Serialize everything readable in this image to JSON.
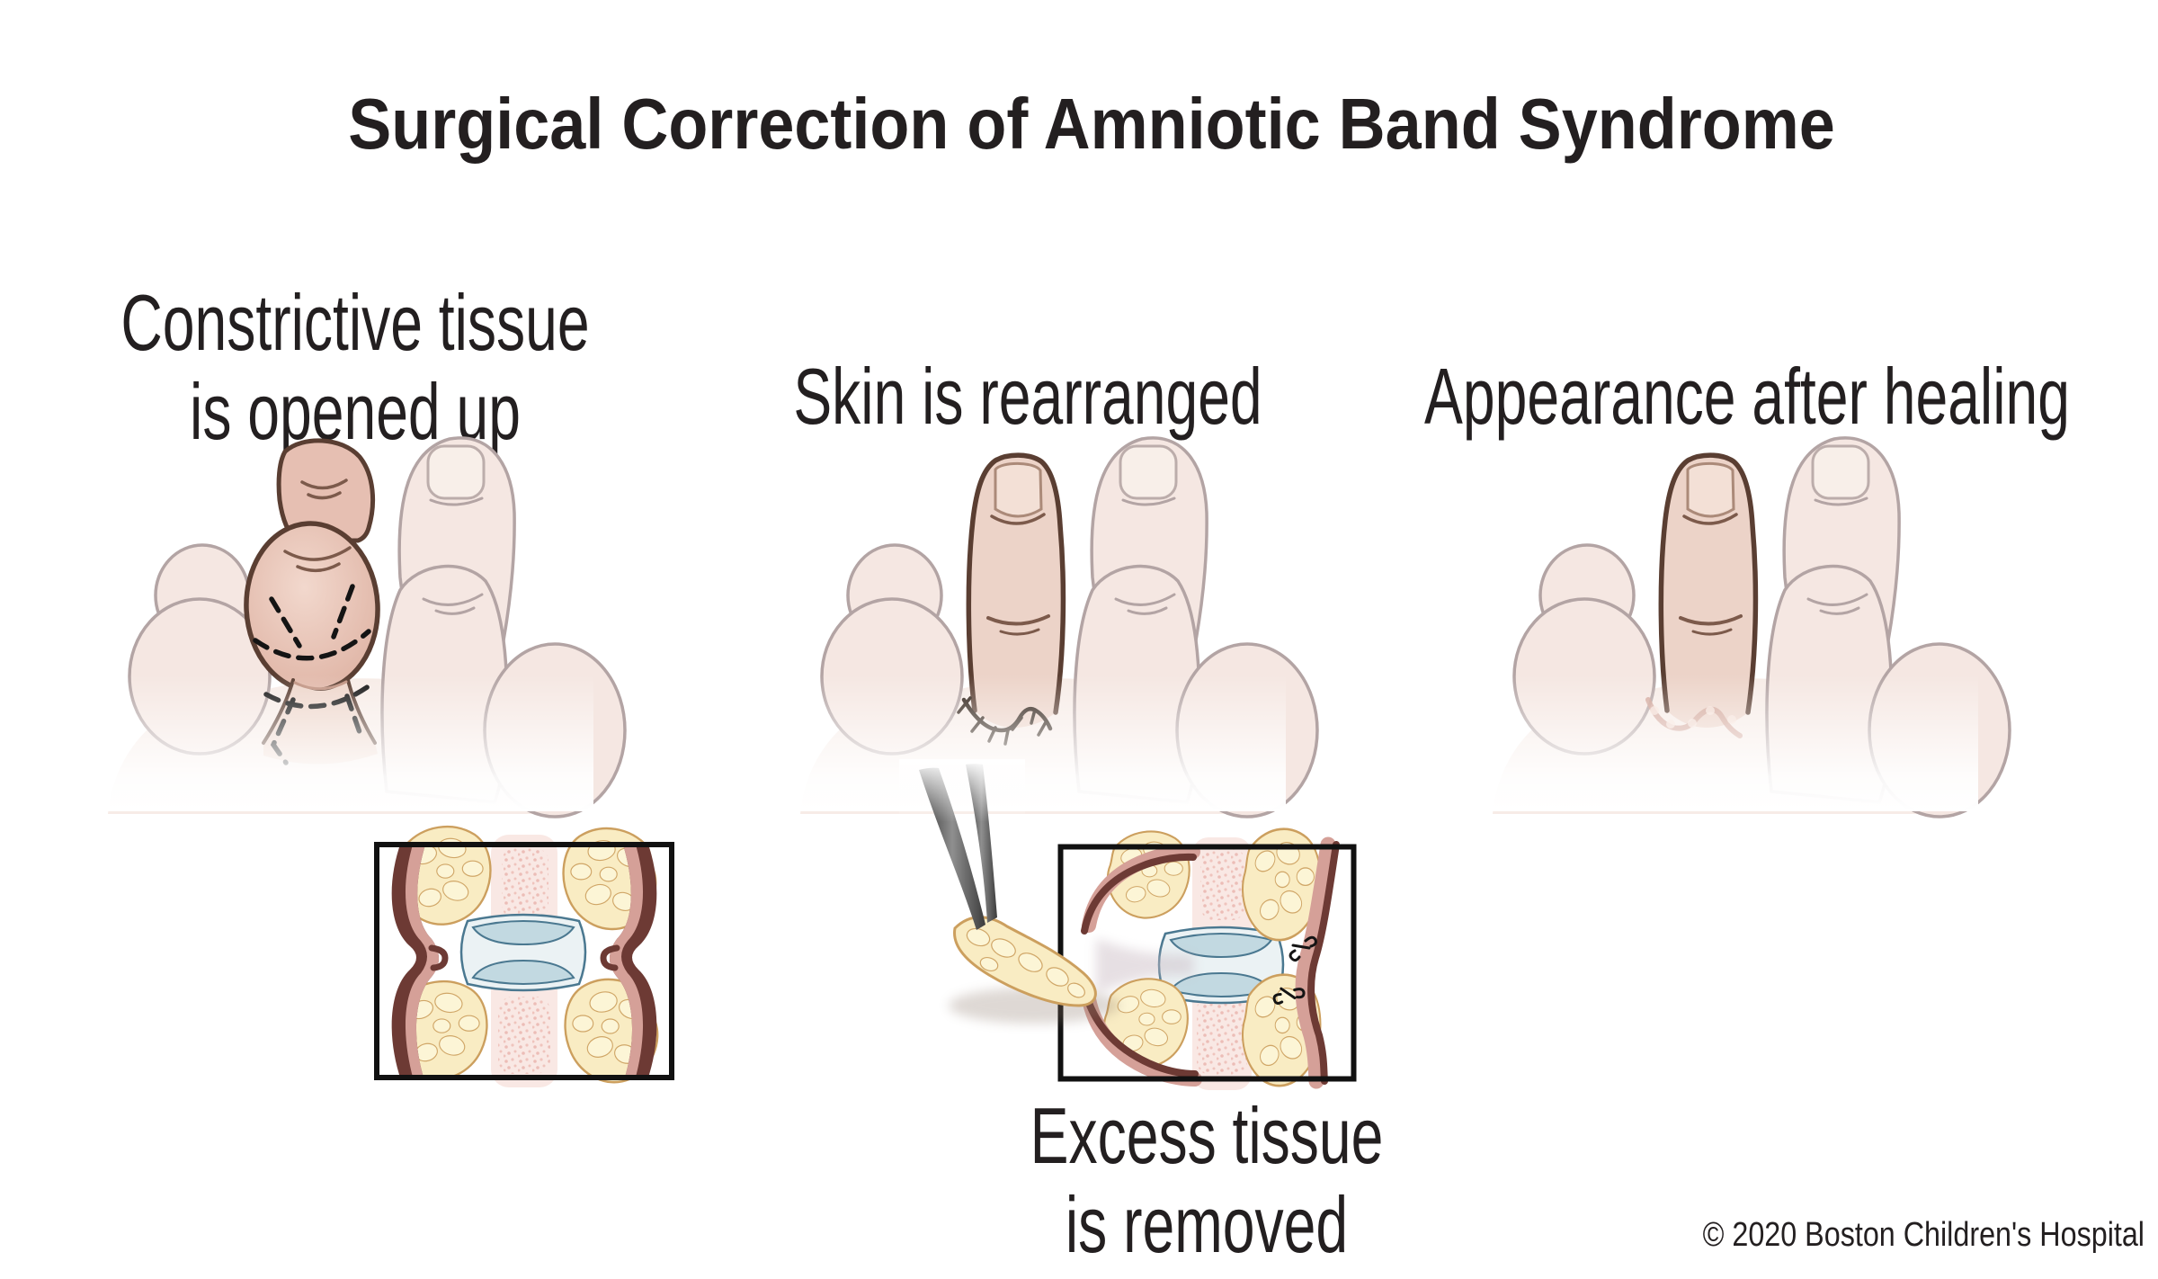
{
  "title": "Surgical Correction of Amniotic Band Syndrome",
  "panels": [
    {
      "id": "constriction-opened",
      "label_lines": [
        "Constrictive tissue",
        "is opened up"
      ]
    },
    {
      "id": "skin-rearranged",
      "label_lines": [
        "Skin is rearranged"
      ],
      "inset_caption_lines": [
        "Excess tissue",
        "is removed"
      ]
    },
    {
      "id": "after-healing",
      "label_lines": [
        "Appearance after healing"
      ]
    }
  ],
  "footer": {
    "copyright": "© 2020 Boston Children's Hospital"
  },
  "figures": {
    "hand_1": "hand with constricted finger and dashed incision marks",
    "hand_2": "hand with rearranged skin and zigzag suture line",
    "hand_3": "healed hand with faint zigzag scar",
    "inset_1": "cross-section of finger joint pinched by constrictive band",
    "inset_2": "cross-section of finger joint with skin opened and sutured",
    "tweezers": "surgical tweezers",
    "excised_tissue": "strip of excess fatty tissue"
  },
  "colors": {
    "bg": "#ffffff",
    "text": "#231f20",
    "skin_light": "#f5e7e2",
    "skin_edge": "#b3a4a4",
    "palm": "#f7ece7",
    "nail_bg": "#f8efe9",
    "nail_edge": "#bcadab",
    "finger_tip": "#e6bfb2",
    "bulb_hi": "#f2d8cd",
    "bulb_lo": "#dcae9e",
    "finger_fill2": "#ecd3c8",
    "finger_outline": "#5a3e32",
    "crease": "#7c5a4b",
    "base_fill": "#eed6cb",
    "mark": "#141414",
    "suture": "#2a1c12",
    "scar": "#cfa093",
    "fat": "#f9ecc3",
    "fat_light": "#fdf6d9",
    "fat_edge": "#cc9f5e",
    "skin_outer": "#6d3a34",
    "skin_inner": "#d5a098",
    "bone": "#f9e8e4",
    "bone_dot": "#e7aca4",
    "cart_fill": "#ebf2f4",
    "cart_band": "#c2d9e1",
    "cart_line": "#4a7890",
    "box": "#111111",
    "tweezer": "#3c3c3c"
  }
}
